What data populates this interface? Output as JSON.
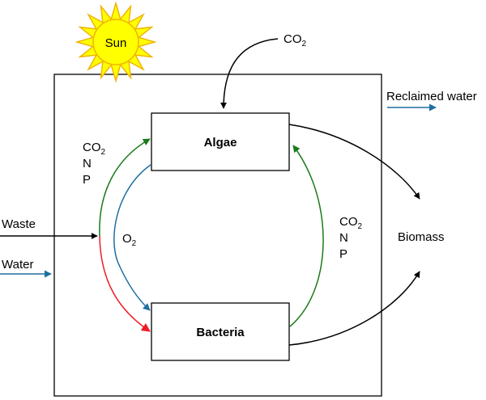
{
  "sun": {
    "label": "Sun",
    "fill": "#ffff00",
    "stroke": "#f0b400"
  },
  "boxes": {
    "algae": "Algae",
    "bacteria": "Bacteria"
  },
  "inputs": {
    "co2_top": {
      "base": "CO",
      "sub": "2"
    },
    "waste": "Waste",
    "water": "Water"
  },
  "outputs": {
    "reclaimed_water": "Reclaimed water",
    "biomass": "Biomass"
  },
  "left_nutrients": {
    "co2_base": "CO",
    "co2_sub": "2",
    "n": "N",
    "p": "P"
  },
  "right_nutrients": {
    "co2_base": "CO",
    "co2_sub": "2",
    "n": "N",
    "p": "P"
  },
  "o2": {
    "base": "O",
    "sub": "2"
  },
  "colors": {
    "green": "#1a7a1a",
    "blue": "#1f6fa0",
    "red": "#ee1c24",
    "black": "#000000"
  }
}
